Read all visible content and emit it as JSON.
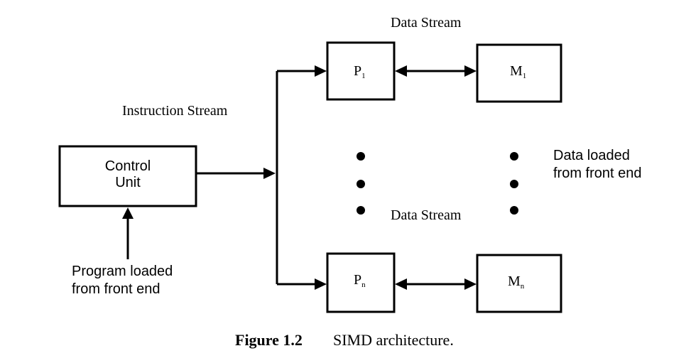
{
  "labels": {
    "data_stream_top": "Data Stream",
    "data_stream_mid": "Data Stream",
    "instruction_stream": "Instruction Stream",
    "data_loaded_line1": "Data loaded",
    "data_loaded_line2": "from front end",
    "program_loaded_line1": "Program loaded",
    "program_loaded_line2": "from front end"
  },
  "boxes": {
    "control_unit_line1": "Control",
    "control_unit_line2": "Unit",
    "p1_base": "P",
    "p1_sub": "1",
    "pn_base": "P",
    "pn_sub": "n",
    "m1_base": "M",
    "m1_sub": "1",
    "mn_base": "M",
    "mn_sub": "n"
  },
  "caption": {
    "number": "Figure 1.2",
    "text": "SIMD architecture."
  }
}
